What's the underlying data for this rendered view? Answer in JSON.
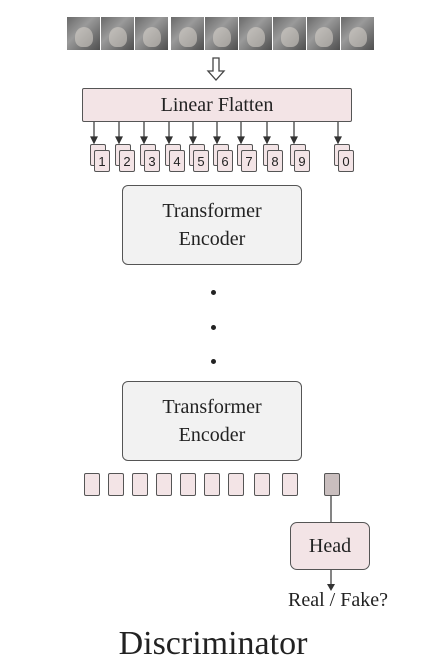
{
  "linear_flatten": "Linear Flatten",
  "patch_tokens": [
    "1",
    "2",
    "3",
    "4",
    "5",
    "6",
    "7",
    "8",
    "9",
    "0"
  ],
  "encoder_top": "Transformer\nEncoder",
  "encoder_bottom": "Transformer\nEncoder",
  "head": "Head",
  "output": "Real / Fake?",
  "caption": "Discriminator",
  "colors": {
    "pink": "#f3e4e6",
    "cls_token": "#c9bebe",
    "encoder": "#f2f2f2"
  }
}
